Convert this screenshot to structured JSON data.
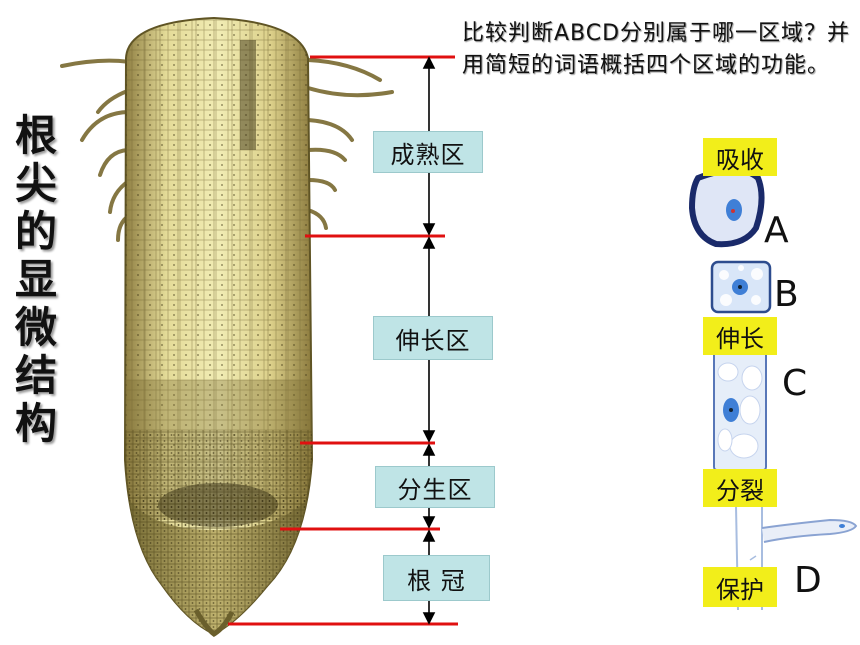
{
  "title_chars": [
    "根",
    "尖",
    "的",
    "显",
    "微",
    "结",
    "构"
  ],
  "question": "比较判断ABCD分别属于哪一区域？并用简短的词语概括四个区域的功能。",
  "zones": [
    "成熟区",
    "伸长区",
    "分生区",
    "根 冠"
  ],
  "functions": [
    "吸收",
    "伸长",
    "分裂",
    "保护"
  ],
  "letters": [
    "A",
    "B",
    "C",
    "D"
  ],
  "colors": {
    "boundary_line": "#e01010",
    "zone_label_bg": "#bfe4e6",
    "function_label_bg": "#f2ee1a",
    "cell_nucleus": "#3f7fd6"
  }
}
